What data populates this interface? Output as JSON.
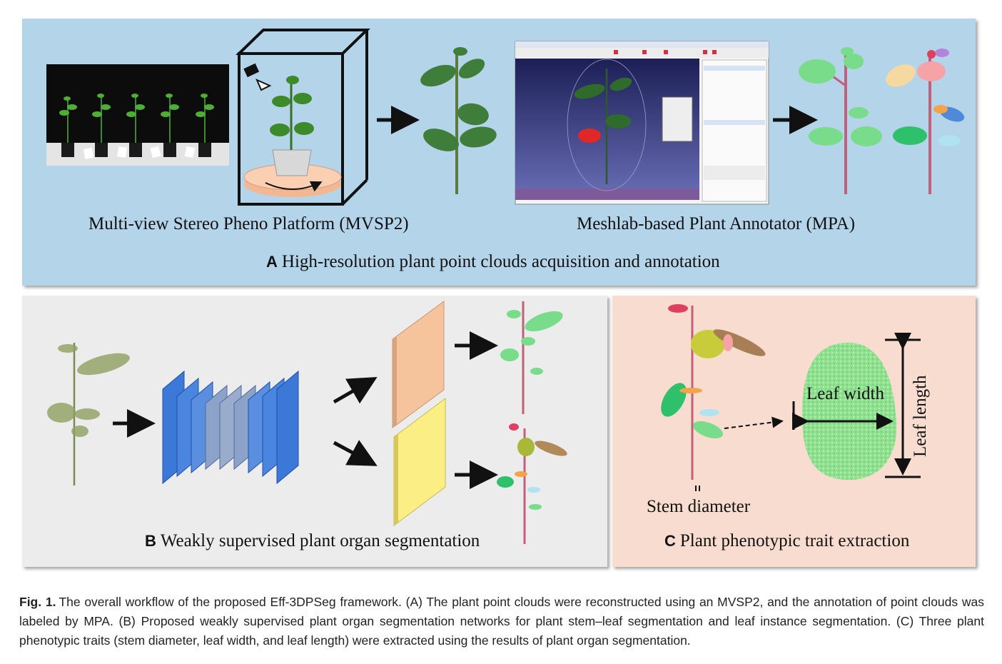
{
  "panels": {
    "a": {
      "letter": "A",
      "title": "High-resolution plant point clouds acquisition and annotation",
      "left_label": "Multi-view Stereo Pheno Platform (MVSP2)",
      "right_label": "Meshlab-based Plant Annotator (MPA)"
    },
    "b": {
      "letter": "B",
      "title": "Weakly supervised plant organ segmentation"
    },
    "c": {
      "letter": "C",
      "title": "Plant phenotypic trait extraction",
      "leaf_width_label": "Leaf width",
      "leaf_length_label": "Leaf length",
      "stem_diameter_label": "Stem diameter"
    }
  },
  "caption": {
    "label": "Fig. 1.",
    "text": "The overall workflow of the proposed Eff-3DPSeg framework. (A) The plant point clouds were reconstructed using an MVSP2, and the annotation of point clouds was labeled by MPA. (B) Proposed weakly supervised plant organ segmentation networks for plant stem–leaf segmentation and leaf instance segmentation. (C) Three plant phenotypic traits (stem diameter, leaf width, and leaf length) were extracted using the results of plant organ segmentation."
  },
  "colors": {
    "panel_a_bg": "#b4d4ea",
    "panel_b_bg": "#ececec",
    "panel_c_bg": "#f7dccf",
    "stem_class": "#c0607a",
    "leaf_class": "#79dc8a",
    "network_blue": "#3c78d8",
    "feature_orange": "#f6c49c",
    "feature_yellow": "#fbee84"
  }
}
